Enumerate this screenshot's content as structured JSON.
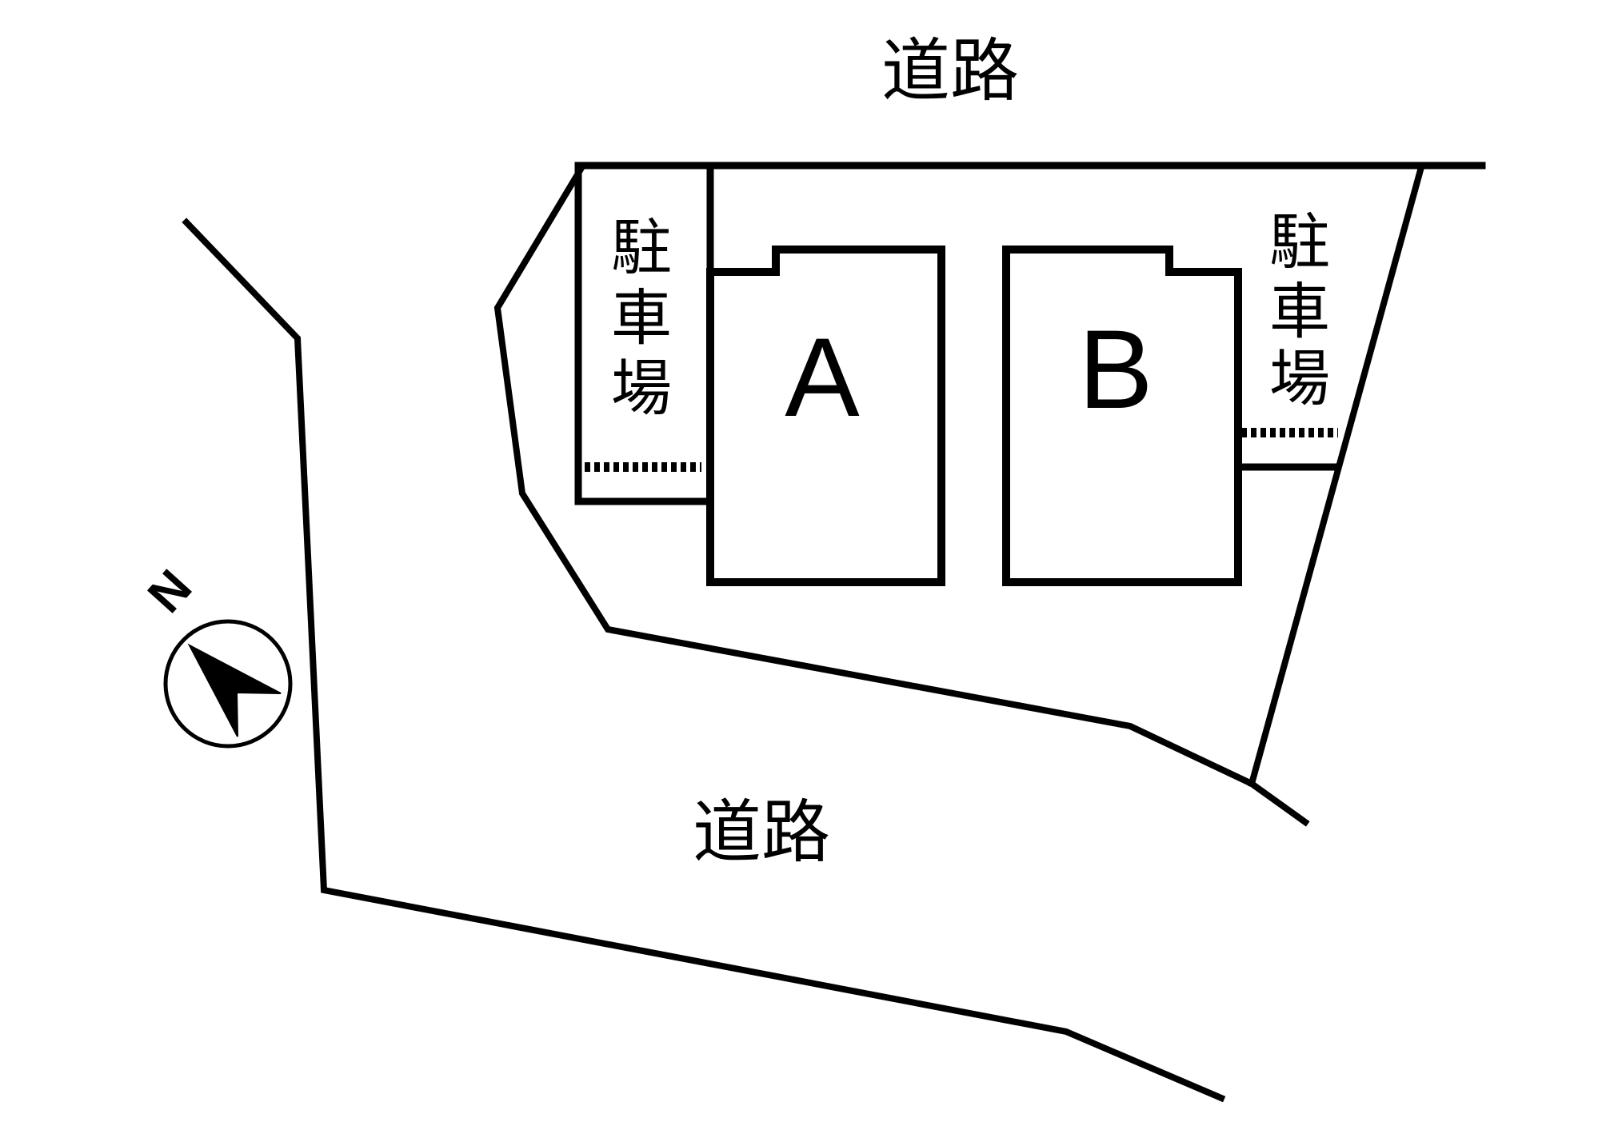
{
  "labels": {
    "road_top": "道路",
    "road_middle": "道路",
    "parking_left": "駐車場",
    "parking_right": "駐車場",
    "building_a": "A",
    "building_b": "B",
    "north": "N"
  },
  "colors": {
    "line": "#000000",
    "background": "#ffffff"
  }
}
